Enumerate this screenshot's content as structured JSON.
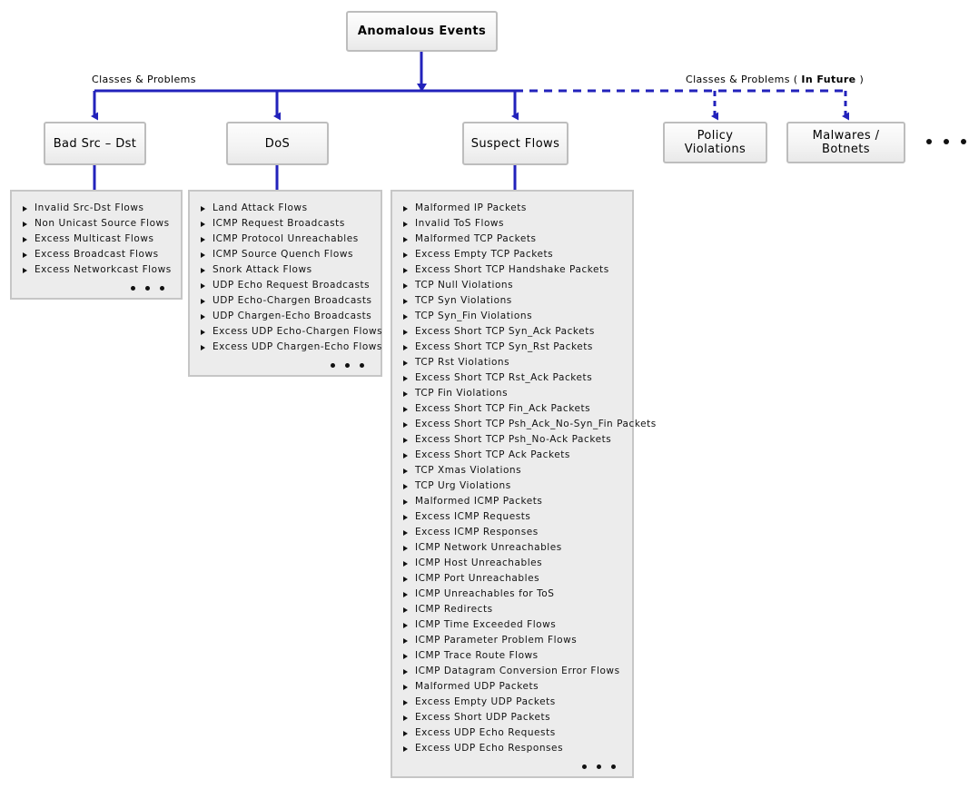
{
  "diagram": {
    "title": "Anomalous Events taxonomy",
    "root": {
      "label": "Anomalous Events"
    },
    "edge_labels": {
      "solid": "Classes & Problems",
      "dashed_prefix": "Classes & Problems ( ",
      "dashed_emphasis": "In Future",
      "dashed_suffix": " )"
    },
    "colors": {
      "connector": "#2222bb",
      "node_border": "#bdbdbd",
      "panel_bg": "#ececec",
      "panel_border": "#c6c6c6",
      "text": "#000000"
    },
    "categories": [
      {
        "label": "Bad Src – Dst"
      },
      {
        "label": "DoS"
      },
      {
        "label": "Suspect Flows"
      },
      {
        "label": "Policy Violations"
      },
      {
        "label": "Malwares / Botnets"
      }
    ],
    "more_categories_marker": "...",
    "panels": {
      "bad_src_dst": {
        "items": [
          "Invalid Src-Dst Flows",
          "Non Unicast Source Flows",
          "Excess Multicast Flows",
          "Excess Broadcast Flows",
          "Excess Networkcast Flows"
        ],
        "more_marker": "..."
      },
      "dos": {
        "items": [
          "Land Attack Flows",
          "ICMP Request Broadcasts",
          "ICMP Protocol Unreachables",
          "ICMP Source Quench Flows",
          "Snork Attack Flows",
          "UDP Echo Request Broadcasts",
          "UDP Echo-Chargen Broadcasts",
          "UDP Chargen-Echo Broadcasts",
          "Excess UDP Echo-Chargen Flows",
          "Excess UDP Chargen-Echo Flows"
        ],
        "more_marker": "..."
      },
      "suspect_flows": {
        "items": [
          "Malformed IP Packets",
          "Invalid ToS Flows",
          "Malformed TCP Packets",
          "Excess Empty TCP Packets",
          "Excess Short TCP Handshake Packets",
          "TCP Null Violations",
          "TCP Syn Violations",
          "TCP Syn_Fin Violations",
          "Excess Short TCP Syn_Ack Packets",
          "Excess Short TCP Syn_Rst Packets",
          "TCP Rst Violations",
          "Excess Short TCP Rst_Ack Packets",
          "TCP Fin Violations",
          "Excess Short TCP Fin_Ack Packets",
          "Excess Short TCP Psh_Ack_No-Syn_Fin Packets",
          "Excess Short TCP Psh_No-Ack Packets",
          "Excess Short TCP Ack Packets",
          "TCP Xmas Violations",
          "TCP Urg Violations",
          "Malformed ICMP Packets",
          "Excess ICMP Requests",
          "Excess ICMP Responses",
          "ICMP Network Unreachables",
          "ICMP Host Unreachables",
          "ICMP Port Unreachables",
          "ICMP Unreachables for ToS",
          "ICMP Redirects",
          "ICMP Time Exceeded Flows",
          "ICMP Parameter Problem Flows",
          "ICMP Trace Route Flows",
          "ICMP Datagram Conversion Error Flows",
          "Malformed UDP Packets",
          "Excess Empty UDP Packets",
          "Excess Short UDP Packets",
          "Excess UDP Echo Requests",
          "Excess UDP Echo Responses"
        ],
        "more_marker": "..."
      }
    }
  }
}
